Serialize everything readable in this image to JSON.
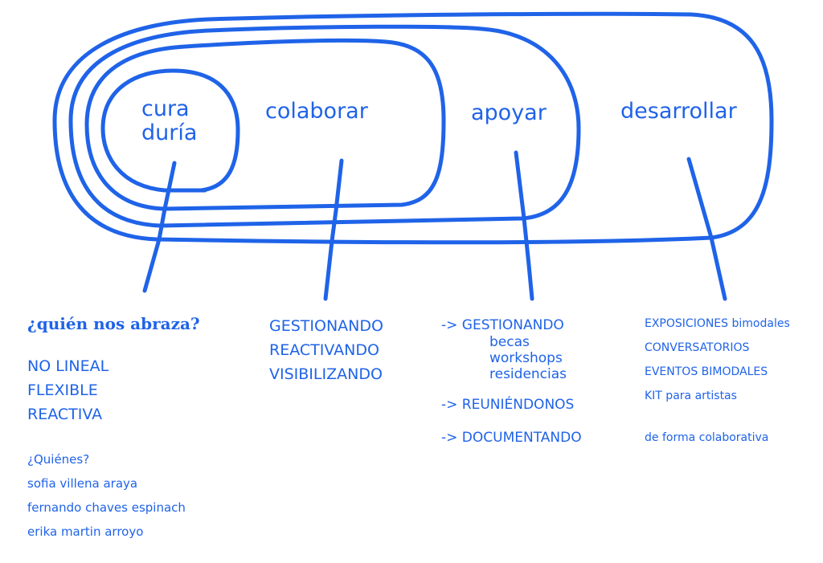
{
  "colors": {
    "accent": "#1f63e8",
    "background": "#ffffff"
  },
  "circles": [
    {
      "id": "curaduria",
      "lines": [
        "cura",
        "duría"
      ]
    },
    {
      "id": "colaborar",
      "label": "colaborar"
    },
    {
      "id": "apoyar",
      "label": "apoyar"
    },
    {
      "id": "desarrollar",
      "label": "desarrollar"
    }
  ],
  "left": {
    "question": "¿quién nos abraza?",
    "attributes": [
      "NO LINEAL",
      "FLEXIBLE",
      "REACTIVA"
    ],
    "people_heading": "¿Quiénes?",
    "people": [
      "sofia villena araya",
      "fernando chaves espinach",
      "erika martin arroyo"
    ]
  },
  "colaborar_actions": [
    "GESTIONANDO",
    "REACTIVANDO",
    "VISIBILIZANDO"
  ],
  "apoyar_actions": {
    "gestionando": "-> GESTIONANDO",
    "gestionando_items": [
      "becas",
      "workshops",
      "residencias"
    ],
    "reuniendonos": "-> REUNIÉNDONOS",
    "documentando": "-> DOCUMENTANDO"
  },
  "desarrollar_actions": {
    "items": [
      "EXPOSICIONES bimodales",
      "CONVERSATORIOS",
      "EVENTOS BIMODALES",
      "KIT para artistas"
    ],
    "footer": "de forma colaborativa"
  }
}
